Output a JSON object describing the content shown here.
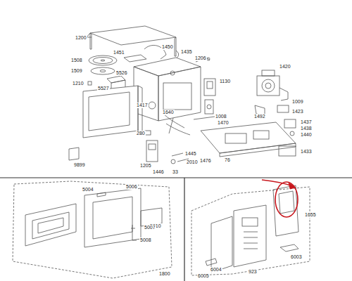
{
  "diagram": {
    "labels": [
      "1200",
      "1451",
      "1450",
      "1435",
      "1206",
      "1508",
      "1509",
      "1210",
      "5526",
      "5527",
      "1130",
      "1420",
      "1009",
      "1423",
      "1492",
      "1008",
      "1417",
      "1640",
      "280",
      "1470",
      "1437",
      "1438",
      "1440",
      "1445",
      "2010",
      "1476",
      "1433",
      "1205",
      "1446",
      "33",
      "76",
      "9899",
      "5004",
      "5006",
      "5010",
      "5007",
      "5008",
      "1800",
      "1655",
      "6003",
      "923",
      "6004",
      "6005"
    ]
  }
}
